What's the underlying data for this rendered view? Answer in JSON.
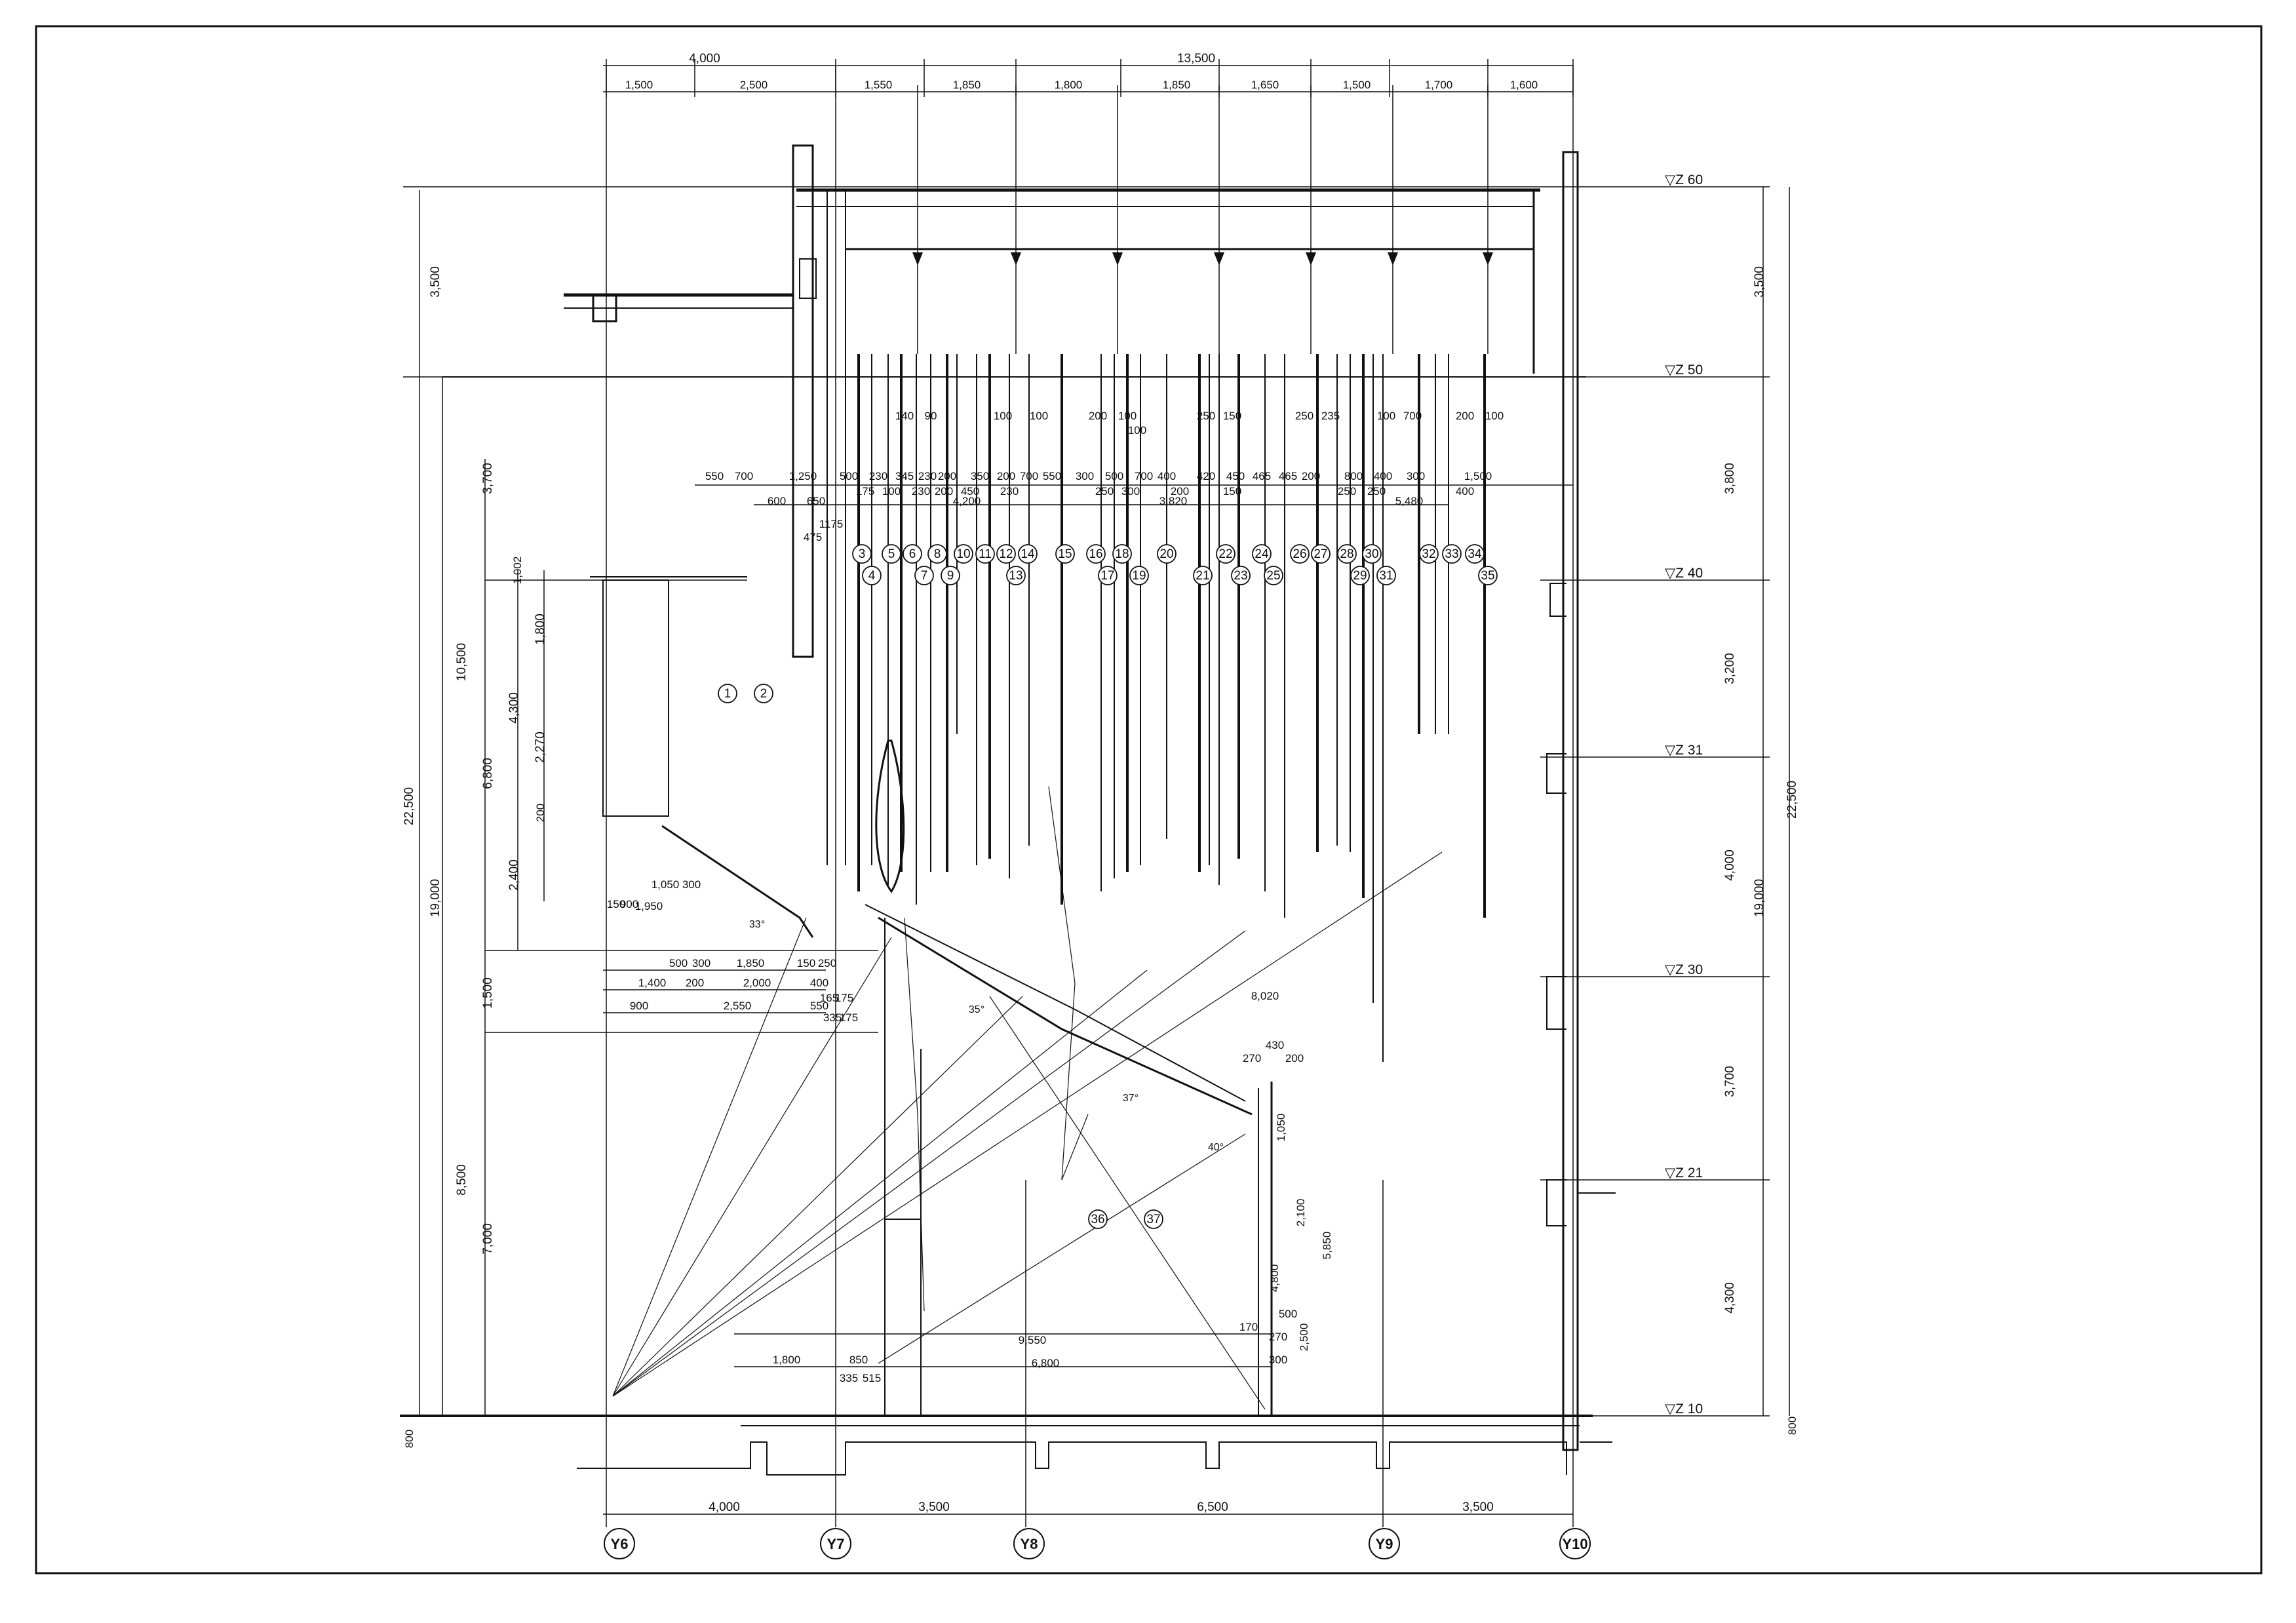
{
  "overall_top": {
    "left": "4,000",
    "right": "13,500"
  },
  "top_spans": [
    "1,500",
    "2,500",
    "1,550",
    "1,850",
    "1,800",
    "1,850",
    "1,650",
    "1,500",
    "1,700",
    "1,600"
  ],
  "bottom_dims": [
    "4,000",
    "3,500",
    "6,500",
    "3,500"
  ],
  "grid_axes": [
    "Y6",
    "Y7",
    "Y8",
    "Y9",
    "Y10"
  ],
  "levels": [
    "▽Z 60",
    "▽Z 50",
    "▽Z 40",
    "▽Z 31",
    "▽Z 30",
    "▽Z 21",
    "▽Z 10"
  ],
  "right_dims": {
    "outer_22500": "22,500",
    "h19000": "19,000",
    "segments": [
      "3,500",
      "3,800",
      "3,200",
      "4,000",
      "3,700",
      "4,300"
    ],
    "base_800": "800"
  },
  "left_dims": {
    "outer_22500": "22,500",
    "h19000": "19,000",
    "d3500": "3,500",
    "d10500": "10,500",
    "d8500": "8,500",
    "d3700": "3,700",
    "d6800": "6,800",
    "d2400": "2,400",
    "d1500": "1,500",
    "d7000": "7,000",
    "d4300": "4,300",
    "d1800": "1,800",
    "d2270": "2,270",
    "d1002": "1,002",
    "d200": "200",
    "base_800": "800"
  },
  "upper_row_a": [
    "550",
    "700",
    "1,250",
    "500",
    "230",
    "345",
    "230",
    "200",
    "350",
    "200",
    "700",
    "550",
    "300",
    "500",
    "700",
    "400",
    "420",
    "450",
    "465",
    "465",
    "200",
    "800",
    "400",
    "300",
    "1,500"
  ],
  "upper_row_b": [
    "600",
    "650",
    "4,200",
    "3,820",
    "5,480",
    "1175",
    "475"
  ],
  "upper_row_c": [
    "175",
    "100",
    "230",
    "200",
    "450",
    "230",
    "250",
    "300",
    "200",
    "150",
    "250",
    "250",
    "400"
  ],
  "batten_pair_dims": [
    "140",
    "90",
    "100",
    "100",
    "200",
    "100",
    "100",
    "250",
    "150",
    "250",
    "235",
    "100",
    "700",
    "200",
    "100"
  ],
  "lower_dims": [
    "500",
    "300",
    "1,850",
    "150",
    "250",
    "1,400",
    "200",
    "2,000",
    "400",
    "900",
    "2,550",
    "550",
    "165",
    "175",
    "335",
    "175",
    "1,050",
    "300",
    "150",
    "900",
    "1,950"
  ],
  "right_inner_dims": [
    "8,020",
    "430",
    "270",
    "200",
    "2,100",
    "4,800",
    "5,850",
    "1,050",
    "500",
    "270",
    "170",
    "2,500",
    "300"
  ],
  "bottom_inner": [
    "1,800",
    "850",
    "335",
    "515",
    "9,550",
    "6,800"
  ],
  "angles": [
    "33°",
    "35°",
    "37°",
    "40°"
  ],
  "bubbles": [
    "1",
    "2",
    "3",
    "4",
    "5",
    "6",
    "7",
    "8",
    "9",
    "10",
    "11",
    "12",
    "13",
    "14",
    "15",
    "16",
    "17",
    "18",
    "19",
    "20",
    "21",
    "22",
    "23",
    "24",
    "25",
    "26",
    "27",
    "28",
    "29",
    "30",
    "31",
    "32",
    "33",
    "34",
    "35",
    "36",
    "37"
  ]
}
